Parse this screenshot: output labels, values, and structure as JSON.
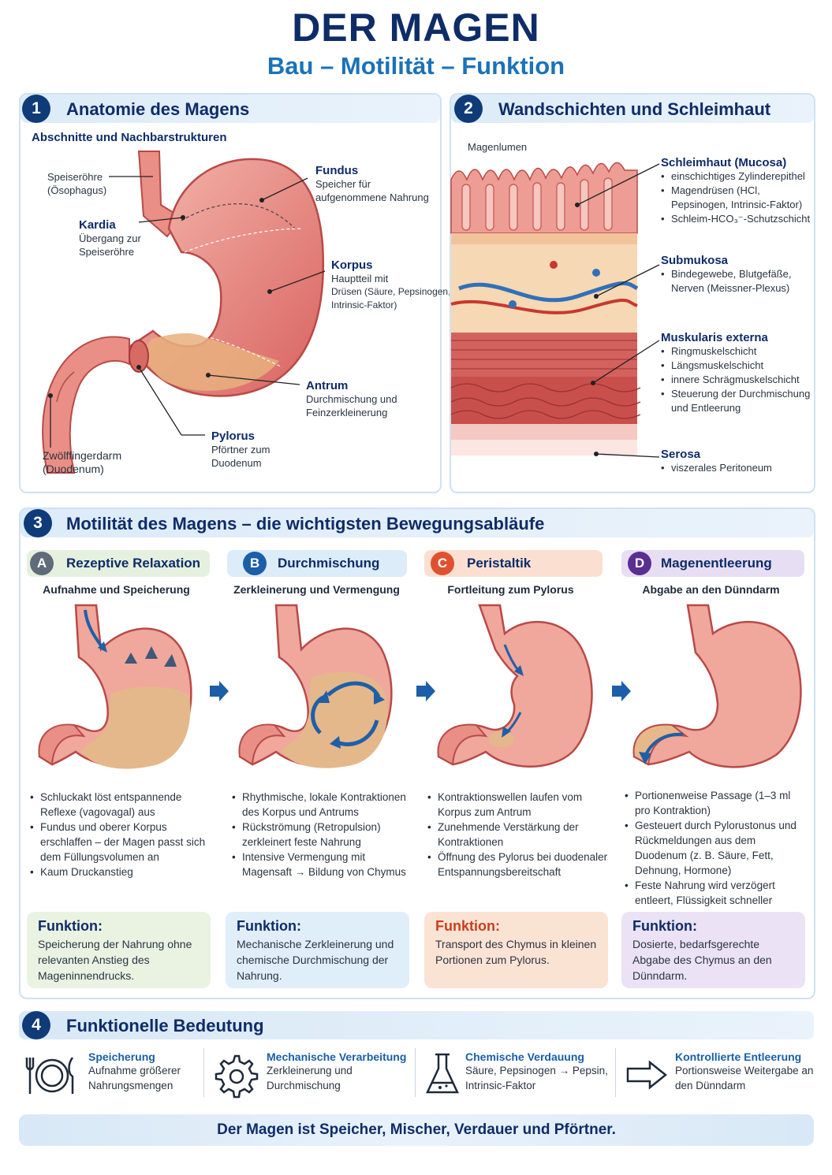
{
  "header": {
    "title": "DER MAGEN",
    "subtitle": "Bau – Motilität – Funktion"
  },
  "section1": {
    "number": "1",
    "title": "Anatomie des Magens",
    "subtitle": "Abschnitte und Nachbarstrukturen",
    "labels": {
      "speiseroehre": [
        "Speiseröhre",
        "(Ösophagus)"
      ],
      "kardia_title": "Kardia",
      "kardia_desc": [
        "Übergang zur",
        "Speiseröhre"
      ],
      "fundus_title": "Fundus",
      "fundus_desc": [
        "Speicher für",
        "aufgenommene Nahrung"
      ],
      "korpus_title": "Korpus",
      "korpus_desc": [
        "Hauptteil mit",
        "Drüsen (Säure, Pepsinogen,",
        "Intrinsic-Faktor)"
      ],
      "antrum_title": "Antrum",
      "antrum_desc": [
        "Durchmischung und",
        "Feinzerkleinerung"
      ],
      "pylorus_title": "Pylorus",
      "pylorus_desc": [
        "Pförtner zum",
        "Duodenum"
      ],
      "duodenum": [
        "Zwölffingerdarm",
        "(Duodenum)"
      ]
    }
  },
  "section2": {
    "number": "2",
    "title": "Wandschichten und Schleimhaut",
    "lumen_label": "Magenlumen",
    "layers": [
      {
        "title": "Schleimhaut (Mucosa)",
        "items": [
          "einschichtiges Zylinderepithel",
          "Magendrüsen (HCl, Pepsinogen, Intrinsic-Faktor)",
          "Schleim-HCO₃⁻-Schutzschicht"
        ]
      },
      {
        "title": "Submukosa",
        "items": [
          "Bindegewebe, Blutgefäße, Nerven (Meissner-Plexus)"
        ]
      },
      {
        "title": "Muskularis externa",
        "items": [
          "Ringmuskelschicht",
          "Längsmuskelschicht",
          "innere Schrägmuskelschicht",
          "Steuerung der Durchmischung und Entleerung"
        ]
      },
      {
        "title": "Serosa",
        "items": [
          "viszerales Peritoneum"
        ]
      }
    ]
  },
  "section3": {
    "number": "3",
    "title": "Motilität des Magens – die wichtigsten Bewegungsabläufe",
    "function_label": "Funktion:",
    "columns": [
      {
        "letter": "A",
        "title": "Rezeptive Relaxation",
        "subtitle": "Aufnahme und Speicherung",
        "bullets": [
          "Schluckakt löst entspannende Reflexe (vagovagal) aus",
          "Fundus und oberer Korpus erschlaffen – der Magen passt sich dem Füllungsvolumen an",
          "Kaum Druckanstieg"
        ],
        "function": "Speicherung der Nahrung ohne relevanten Anstieg des Mageninnendrucks.",
        "color": "#5f6b78",
        "pill": "#e6f0df",
        "box": "#eaf3e2"
      },
      {
        "letter": "B",
        "title": "Durchmischung",
        "subtitle": "Zerkleinerung und Vermengung",
        "bullets": [
          "Rhythmische, lokale Kontraktionen des Korpus und Antrums",
          "Rückströmung (Retropulsion) zerkleinert feste Nahrung",
          "Intensive Vermengung mit Magensaft → Bildung von Chymus"
        ],
        "function": "Mechanische Zerkleinerung und chemische Durchmischung der Nahrung.",
        "color": "#1c5ea8",
        "pill": "#dcecf8",
        "box": "#e0eef9"
      },
      {
        "letter": "C",
        "title": "Peristaltik",
        "subtitle": "Fortleitung zum Pylorus",
        "bullets": [
          "Kontraktionswellen laufen vom Korpus zum Antrum",
          "Zunehmende Verstärkung der Kontraktionen",
          "Öffnung des Pylorus bei duodenaler Entspannungsbereitschaft"
        ],
        "function": "Transport des Chymus in kleinen Portionen zum Pylorus.",
        "color": "#e0512f",
        "pill": "#fbe0d2",
        "box": "#fbe3d4"
      },
      {
        "letter": "D",
        "title": "Magenentleerung",
        "subtitle": "Abgabe an den Dünndarm",
        "bullets": [
          "Portionenweise Passage (1–3 ml pro Kontraktion)",
          "Gesteuert durch Pylorustonus und Rückmeldungen aus dem Duodenum (z. B. Säure, Fett, Dehnung, Hormone)",
          "Feste Nahrung wird verzögert entleert, Flüssigkeit schneller"
        ],
        "function": "Dosierte, bedarfsgerechte Abgabe des Chymus an den Dünndarm.",
        "color": "#5b2e91",
        "pill": "#e8def4",
        "box": "#ebe2f6"
      }
    ]
  },
  "section4": {
    "number": "4",
    "title": "Funktionelle Bedeutung",
    "items": [
      {
        "icon": "plate-cutlery-icon",
        "title": "Speicherung",
        "text": "Aufnahme größerer Nahrungsmengen"
      },
      {
        "icon": "gear-icon",
        "title": "Mechanische Verarbeitung",
        "text": "Zerkleinerung und Durchmischung"
      },
      {
        "icon": "flask-icon",
        "title": "Chemische Verdauung",
        "text": "Säure, Pepsinogen → Pepsin, Intrinsic-Faktor"
      },
      {
        "icon": "arrow-right-icon",
        "title": "Kontrollierte Entleerung",
        "text": "Portionsweise Weitergabe an den Dünndarm"
      }
    ]
  },
  "footer": {
    "text": "Der Magen ist Speicher, Mischer, Verdauer und Pförtner."
  },
  "colors": {
    "navy": "#0e2c67",
    "blue": "#1b72b8",
    "stomach": "#e27d7a",
    "stomach_light": "#f2b0a6",
    "chyme": "#e6b98a"
  }
}
